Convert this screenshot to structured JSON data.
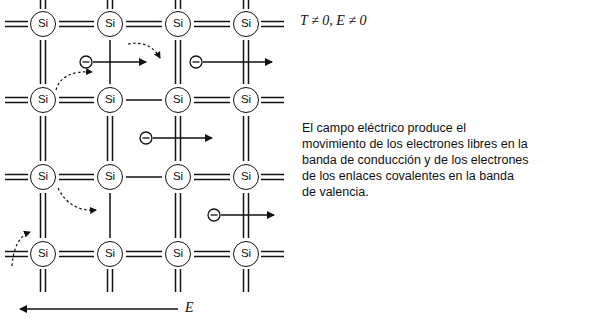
{
  "diagram": {
    "nodes": [
      {
        "text": [
          "Si"
        ]
      },
      {
        "text": [
          "Si"
        ]
      },
      {
        "text": [
          "Si"
        ]
      },
      {
        "text": [
          "Si"
        ]
      },
      {
        "text": [
          "Si"
        ]
      },
      {
        "text": [
          "Si"
        ]
      },
      {
        "text": [
          "Si"
        ]
      },
      {
        "text": [
          "Si"
        ]
      },
      {
        "text": [
          "Si"
        ]
      },
      {
        "text": [
          "Si"
        ]
      },
      {
        "text": [
          "Si"
        ]
      },
      {
        "text": [
          "Si"
        ]
      },
      {
        "text": [
          "Si"
        ]
      },
      {
        "text": [
          "Si"
        ]
      },
      {
        "text": [
          "Si"
        ]
      },
      {
        "text": [
          "Si"
        ]
      }
    ],
    "edges": [
      {
        "from": 0,
        "to": 1,
        "arrow": "none"
      },
      {
        "from": 1,
        "to": 2,
        "arrow": "none"
      },
      {
        "from": 2,
        "to": 3,
        "arrow": "none"
      },
      {
        "from": 4,
        "to": 5,
        "arrow": "none"
      },
      {
        "from": 5,
        "to": 6,
        "arrow": "none"
      },
      {
        "from": 6,
        "to": 7,
        "arrow": "none"
      },
      {
        "from": 8,
        "to": 9,
        "arrow": "none"
      },
      {
        "from": 9,
        "to": 10,
        "arrow": "none"
      },
      {
        "from": 10,
        "to": 11,
        "arrow": "none"
      },
      {
        "from": 12,
        "to": 13,
        "arrow": "none"
      },
      {
        "from": 13,
        "to": 14,
        "arrow": "none"
      },
      {
        "from": 14,
        "to": 15,
        "arrow": "none"
      },
      {
        "from": 0,
        "to": 4,
        "arrow": "none"
      },
      {
        "from": 1,
        "to": 5,
        "arrow": "none"
      },
      {
        "from": 2,
        "to": 6,
        "arrow": "none"
      },
      {
        "from": 3,
        "to": 7,
        "arrow": "none"
      },
      {
        "from": 4,
        "to": 8,
        "arrow": "none"
      },
      {
        "from": 5,
        "to": 9,
        "arrow": "none"
      },
      {
        "from": 6,
        "to": 10,
        "arrow": "none"
      },
      {
        "from": 7,
        "to": 11,
        "arrow": "none"
      },
      {
        "from": 8,
        "to": 12,
        "arrow": "none"
      },
      {
        "from": 9,
        "to": 13,
        "arrow": "none"
      },
      {
        "from": 10,
        "to": 14,
        "arrow": "none"
      },
      {
        "from": 11,
        "to": 15,
        "arrow": "none"
      }
    ],
    "labels": [
      "T ≠ 0, E ≠ 0",
      "El campo eléctrico produce el movimiento de los electrones libres en la banda de conducción y de los electrones de los enlaces covalentes en la banda de valencia.",
      "E"
    ]
  }
}
